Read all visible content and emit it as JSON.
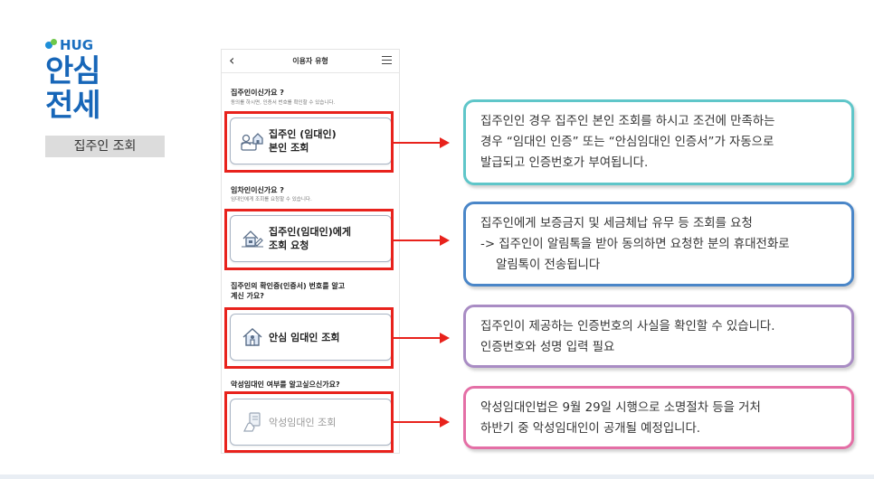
{
  "brand": {
    "logo_text": "HUG",
    "title_line1": "안심",
    "title_line2": "전세",
    "section_label": "집주인 조회",
    "colors": {
      "blue": "#1766b8",
      "green": "#6ec84a"
    }
  },
  "phone": {
    "back_icon": "‹",
    "title": "이용자 유형",
    "menu_icon": "hamburger-icon",
    "sections": [
      {
        "question": "집주인이신가요 ?",
        "description": "동의를 하시면, 인증서 번호를 확인할 수 있습니다.",
        "card_line1": "집주인 (임대인)",
        "card_line2": "본인 조회",
        "icon": "landlord-id-icon"
      },
      {
        "question": "임차인이신가요 ?",
        "description": "임대인에게 조회를 요청할 수 있습니다.",
        "card_line1": "집주인(임대인)에게",
        "card_line2": "조회 요청",
        "icon": "request-house-icon"
      },
      {
        "question_line1": "집주인의 확인증(인증서) 번호를 알고",
        "question_line2": "계신 가요?",
        "card_line1": "안심 임대인 조회",
        "icon": "house-icon"
      },
      {
        "question": "악성임대인 여부를 알고싶으신가요?",
        "card_line1": "악성임대인 조회",
        "icon": "hand-document-icon"
      }
    ]
  },
  "notes": [
    {
      "lines": [
        "집주인인 경우 집주인 본인 조회를 하시고 조건에 만족하는",
        "경우 “임대인 인증” 또는 “안심임대인 인증서”가 자동으로",
        "발급되고 인증번호가 부여됩니다."
      ],
      "border_color": "#5fc6c9"
    },
    {
      "lines": [
        "집주인에게 보증금지 및 세금체납 유무 등 조회를 요청",
        "-> 집주인이 알림톡을 받아 동의하면 요청한 분의 휴대전화로",
        "    알림톡이 전송됩니다"
      ],
      "border_color": "#4a86c8"
    },
    {
      "lines": [
        "집주인이 제공하는 인증번호의 사실을 확인할 수 있습니다.",
        "인증번호와 성명 입력 필요"
      ],
      "border_color": "#a98cc4"
    },
    {
      "lines": [
        "악성임대인법은 9월 29일 시행으로 소명절차 등을 거처",
        "하반기 중 악성임대인이 공개될 예정입니다."
      ],
      "border_color": "#e46fa6"
    }
  ],
  "highlight_color": "#e8221c"
}
